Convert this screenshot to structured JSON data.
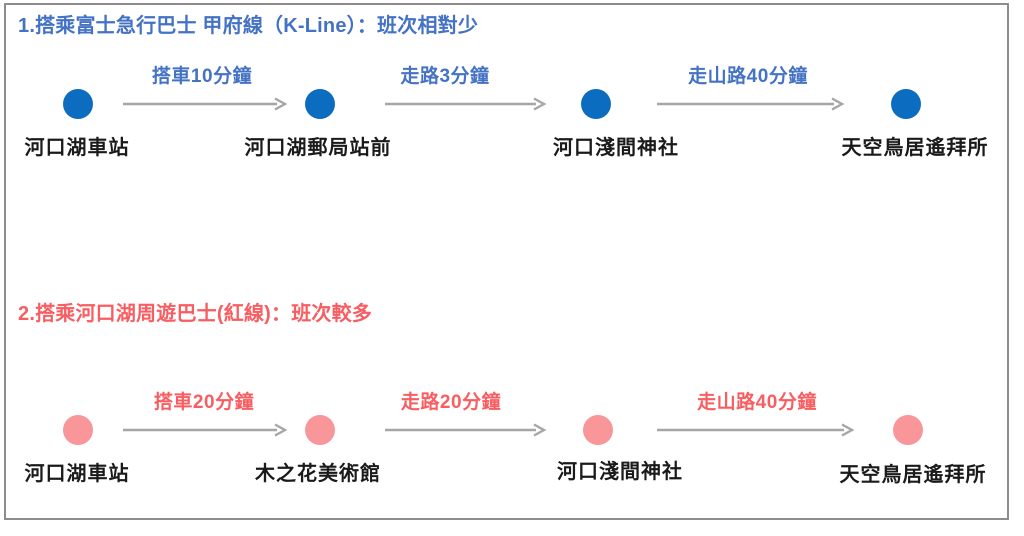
{
  "frame": {
    "border_color": "#8d8d8d",
    "background": "#ffffff"
  },
  "arrow_color": "#a6a6a6",
  "text_color": "#1a1a1a",
  "routes": [
    {
      "title": "1.搭乘富士急行巴士 甲府線（K-Line）：班次相對少",
      "title_color": "#4472c4",
      "leg_label_color": "#4472c4",
      "dot_color": "#0c6cc0",
      "stops": [
        "河口湖車站",
        "河口湖郵局站前",
        "河口淺間神社",
        "天空鳥居遙拜所"
      ],
      "legs": [
        "搭車10分鐘",
        "走路3分鐘",
        "走山路40分鐘"
      ]
    },
    {
      "title": "2.搭乘河口湖周遊巴士(紅線)：班次較多",
      "title_color": "#f85d61",
      "leg_label_color": "#f85d61",
      "dot_color": "#f89699",
      "stops": [
        "河口湖車站",
        "木之花美術館",
        "河口淺間神社",
        "天空鳥居遙拜所"
      ],
      "legs": [
        "搭車20分鐘",
        "走路20分鐘",
        "走山路40分鐘"
      ]
    }
  ]
}
